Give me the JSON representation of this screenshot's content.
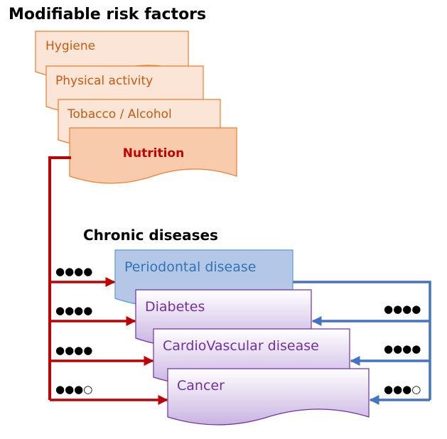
{
  "title_risk": "Modifiable risk factors",
  "title_disease": "Chronic diseases",
  "risk_factors": [
    {
      "label": "Hygiene",
      "fill": "#FBE5D6",
      "stroke": "#ED7D31",
      "text_color": "#C55A11"
    },
    {
      "label": "Physical activity",
      "fill": "#FBE5D6",
      "stroke": "#ED7D31",
      "text_color": "#C55A11"
    },
    {
      "label": "Tobacco / Alcohol",
      "fill": "#FBE5D6",
      "stroke": "#ED7D31",
      "text_color": "#C55A11"
    },
    {
      "label": "Nutrition",
      "fill": "#F8CBAD",
      "stroke": "#ED7D31",
      "text_color": "#C00000"
    }
  ],
  "diseases": [
    {
      "label": "Periodontal disease",
      "style": "blue",
      "text_color": "#2E75B6"
    },
    {
      "label": "Diabetes",
      "style": "purple",
      "text_color": "#7030A0"
    },
    {
      "label": "CardioVascular disease",
      "style": "purple",
      "text_color": "#7030A0"
    },
    {
      "label": "Cancer",
      "style": "purple",
      "text_color": "#7030A0"
    }
  ],
  "evidence_left": [
    "●●●●",
    "●●●●",
    "●●●●",
    "●●●○"
  ],
  "evidence_right": [
    "●●●●",
    "●●●●",
    "●●●○"
  ],
  "colors": {
    "nutrition_arrow": "#C00000",
    "periodontal_arrow": "#4472C4",
    "periodontal_fill": "#B4C7E7",
    "periodontal_stroke": "#5B9BD5",
    "purple_stroke": "#7030A0",
    "purple_top": "#FFFFFF",
    "purple_bottom": "#C9B3E2"
  }
}
